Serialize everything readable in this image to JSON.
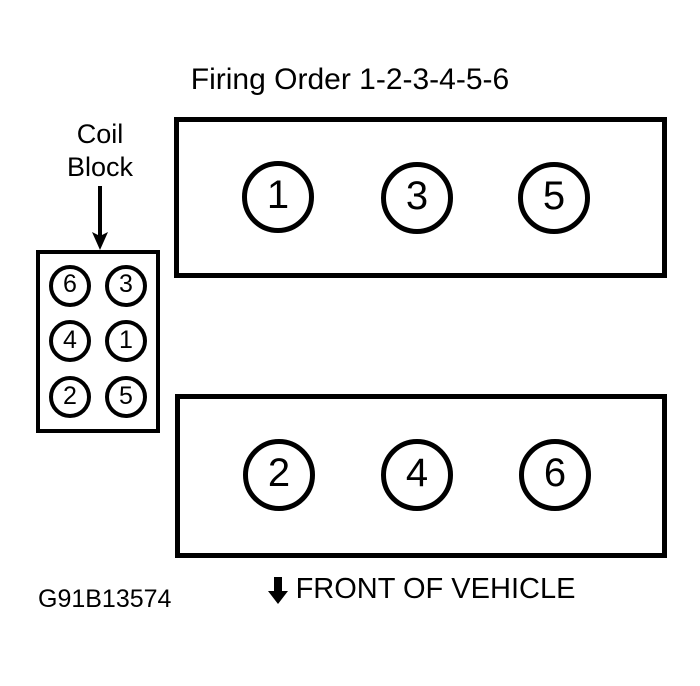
{
  "title": "Firing Order 1-2-3-4-5-6",
  "caption": "G91B13574",
  "colors": {
    "ink": "#000000",
    "background": "#ffffff"
  },
  "coil_block": {
    "label_line1": "Coil",
    "label_line2": "Block",
    "pointer_icon": "down-arrow-icon",
    "terminals": [
      {
        "row": 1,
        "col": 1,
        "number": "6"
      },
      {
        "row": 1,
        "col": 2,
        "number": "3"
      },
      {
        "row": 2,
        "col": 1,
        "number": "4"
      },
      {
        "row": 2,
        "col": 2,
        "number": "1"
      },
      {
        "row": 3,
        "col": 1,
        "number": "2"
      },
      {
        "row": 3,
        "col": 2,
        "number": "5"
      }
    ]
  },
  "engine": {
    "bank_top": {
      "name": "rear-cylinder-bank",
      "cylinders": [
        "1",
        "3",
        "5"
      ]
    },
    "bank_bottom": {
      "name": "front-cylinder-bank",
      "cylinders": [
        "2",
        "4",
        "6"
      ]
    }
  },
  "front_marker": {
    "arrow_icon": "solid-down-arrow-icon",
    "label": "FRONT OF VEHICLE"
  }
}
